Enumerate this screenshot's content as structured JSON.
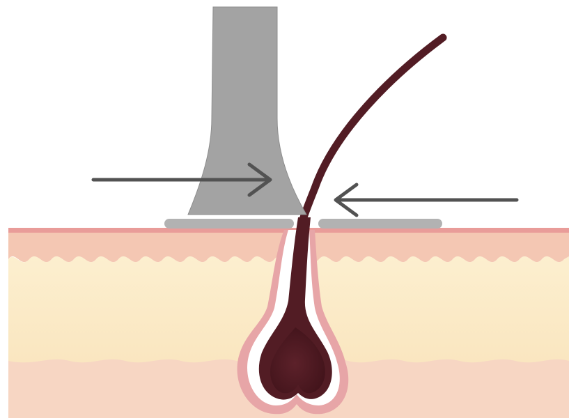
{
  "colors": {
    "background": "#ffffff",
    "device_body": "#a3a3a3",
    "device_tip": "#b2b2b2",
    "device_outline": "#8d8d8d",
    "epidermis": "#f3c6b1",
    "epidermis_edge": "#e79a98",
    "dermis": "#fcecc8",
    "subcutis": "#f7d8c4",
    "follicle_sheath": "#e6a3a6",
    "follicle_halo": "#ffffff",
    "hair": "#521c24",
    "arrow": "#525252"
  },
  "icons": [
    "tweezer-device",
    "hair-strand",
    "hair-follicle",
    "skin-layers",
    "arrow-right",
    "arrow-left"
  ]
}
